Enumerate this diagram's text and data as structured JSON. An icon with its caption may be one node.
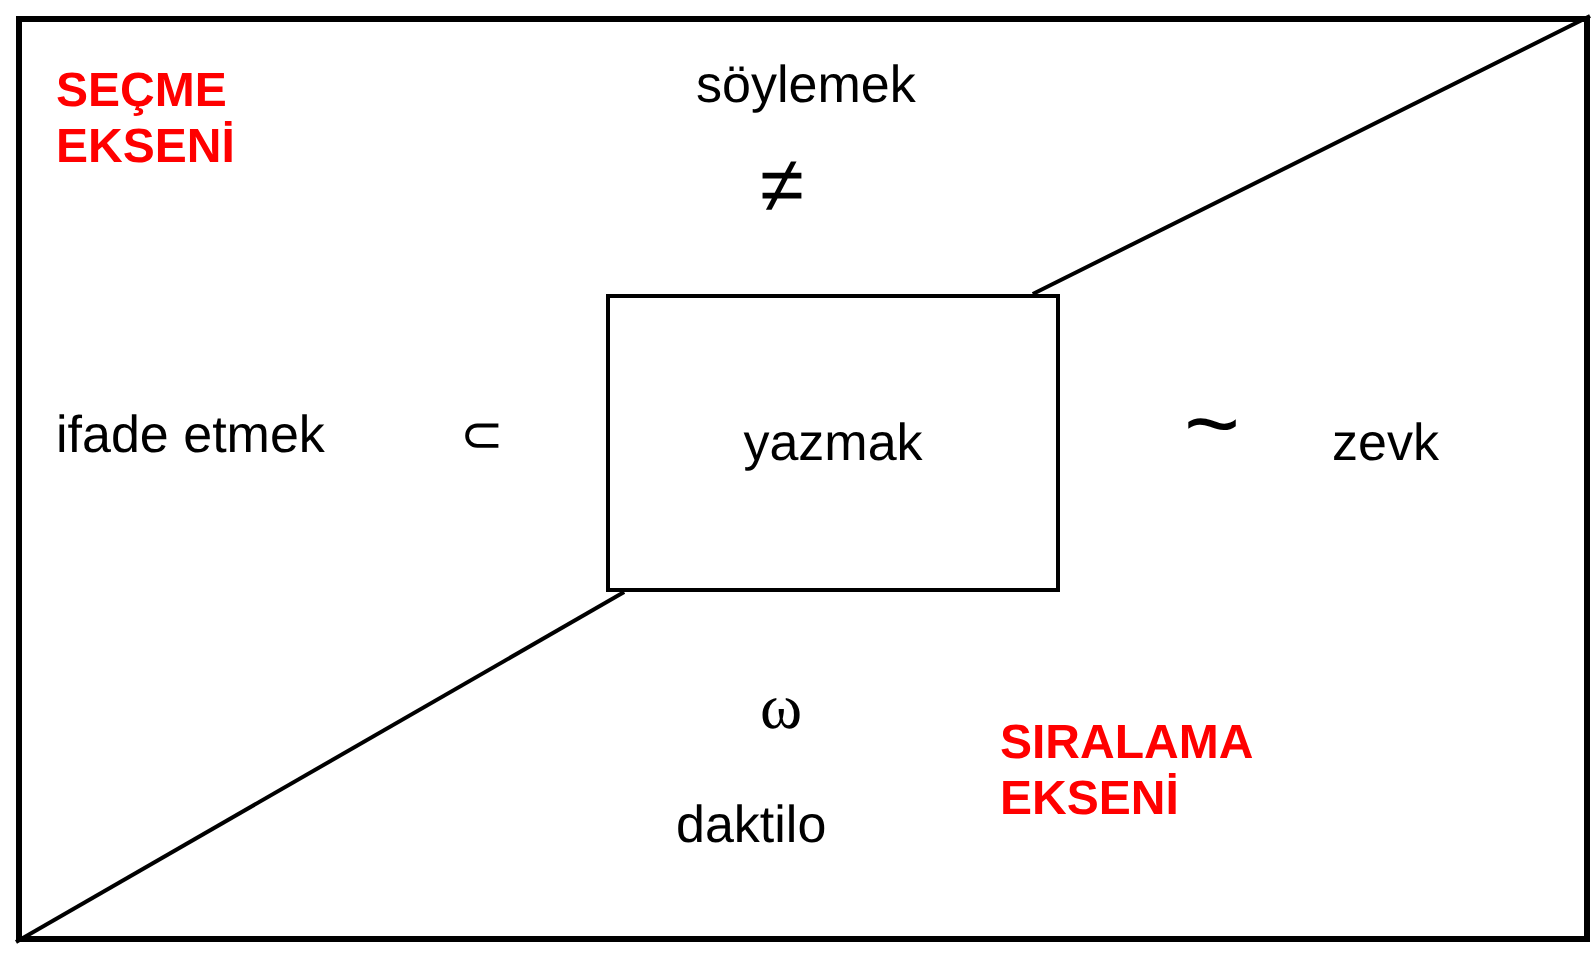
{
  "diagram": {
    "nodes": [
      {
        "text": [],
        "shape": "box"
      },
      {
        "text": [
          "yazmak"
        ],
        "in": 0
      }
    ],
    "edges": [
      {
        "from": 0,
        "to": 1,
        "arrow": "none"
      },
      {
        "from": 1,
        "to": 0,
        "arrow": "none"
      }
    ],
    "labels": [
      "SEÇME EKSENİ",
      "söylemek",
      "≠",
      "ifade etmek",
      "⊂",
      "~",
      "zevk",
      "ω",
      "daktilo",
      "SIRALAMA EKSENİ"
    ]
  }
}
